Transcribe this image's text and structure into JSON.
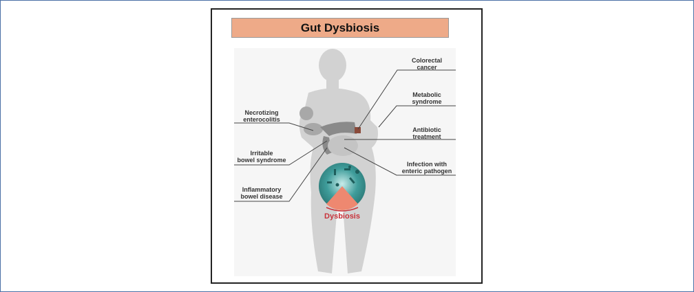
{
  "title": "Gut Dysbiosis",
  "labels_left": [
    {
      "line1": "Necrotizing",
      "line2": "enterocolitis"
    },
    {
      "line1": "Irritable",
      "line2": "bowel syndrome"
    },
    {
      "line1": "Inflammatory",
      "line2": "bowel disease"
    }
  ],
  "labels_right": [
    {
      "line1": "Colorectal",
      "line2": "cancer"
    },
    {
      "line1": "Metabolic",
      "line2": "syndrome"
    },
    {
      "line1": "Antibiotic",
      "line2": "treatment"
    },
    {
      "line1": "Infection with",
      "line2": "enteric pathogen"
    }
  ],
  "center_label": "Dysbiosis",
  "colors": {
    "title_bg": "#eeaa88",
    "circle": "#3a9a98",
    "dysbiosis": "#c8323a",
    "frame": "#4a6fa5"
  }
}
